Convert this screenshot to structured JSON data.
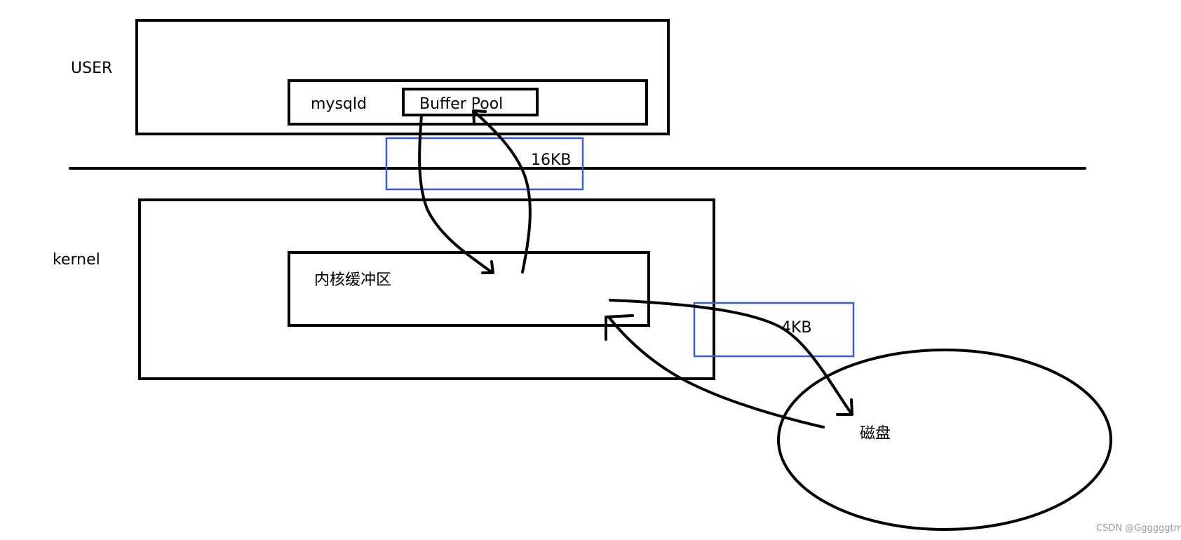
{
  "labels": {
    "user": "USER",
    "mysqld": "mysqld",
    "buffer_pool": "Buffer Pool",
    "size_16kb": "16KB",
    "kernel": "kernel",
    "kernel_buffer": "内核缓冲区",
    "size_4kb": "4KB",
    "disk": "磁盘"
  },
  "watermark": "CSDN @Ggggggtm",
  "colors": {
    "stroke": "#000000",
    "highlight": "#3b5bdb",
    "watermark": "#9a9a9a",
    "background": "#ffffff"
  }
}
